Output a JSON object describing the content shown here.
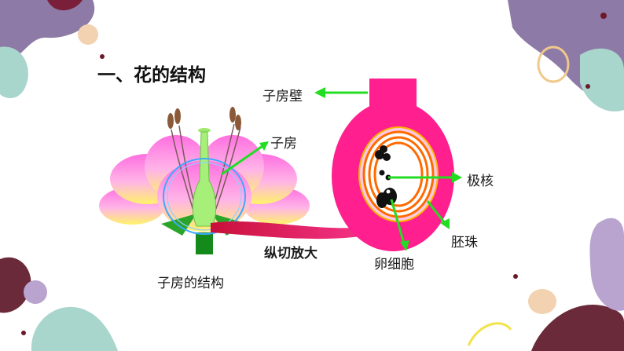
{
  "title": "一、花的结构",
  "flower": {
    "ovary_label": "子房",
    "caption": "子房的结构"
  },
  "enlarge_label": "纵切放大",
  "ovary_section": {
    "ovary_wall_label": "子房壁",
    "polar_nuclei_label": "极核",
    "ovule_label": "胚珠",
    "egg_cell_label": "卵细胞"
  },
  "colors": {
    "ovary_fill": "#ff1f8e",
    "arrow_green": "#22dd22",
    "embryo_sac_orange": "#ff6a00",
    "petal_pink": "#ff7ae0",
    "petal_yellow": "#fff36a"
  }
}
